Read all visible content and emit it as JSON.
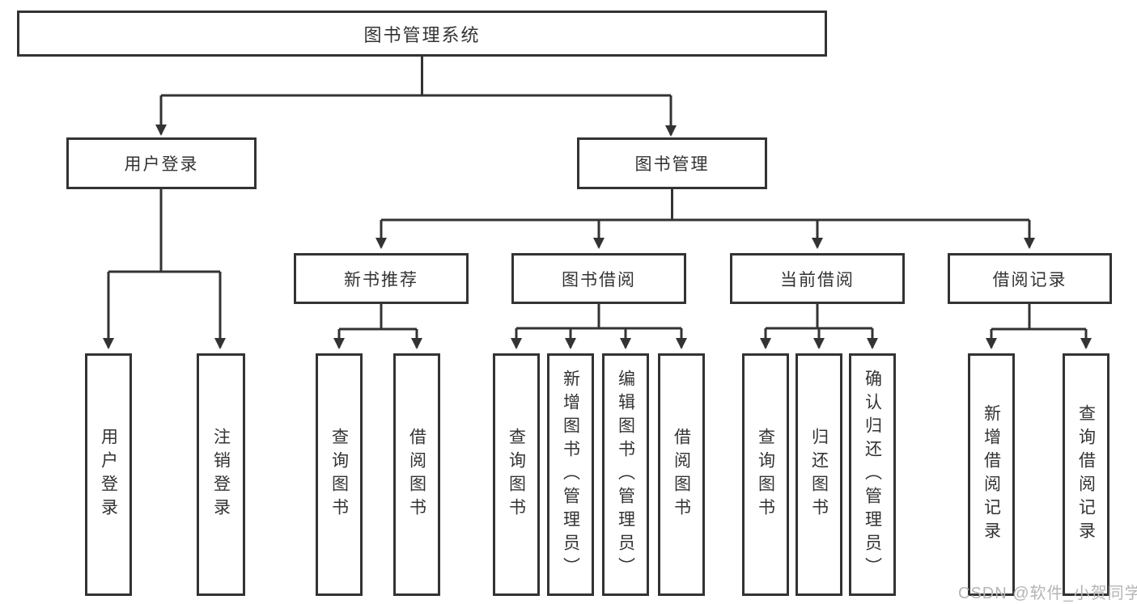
{
  "diagram": {
    "root": {
      "label": "图书管理系统"
    },
    "level2": {
      "user_login": {
        "label": "用户登录"
      },
      "book_management": {
        "label": "图书管理"
      }
    },
    "level3": {
      "new_book_recommend": {
        "label": "新书推荐"
      },
      "book_borrow": {
        "label": "图书借阅"
      },
      "current_borrow": {
        "label": "当前借阅"
      },
      "borrow_record": {
        "label": "借阅记录"
      }
    },
    "leaves": {
      "user_login": {
        "label": "用户登录"
      },
      "logout": {
        "label": "注销登录"
      },
      "recommend_query_book": {
        "label": "查询图书"
      },
      "recommend_borrow_book": {
        "label": "借阅图书"
      },
      "borrow_query_book": {
        "label": "查询图书"
      },
      "borrow_add_book": {
        "label": "新增图书（管理员）"
      },
      "borrow_edit_book": {
        "label": "编辑图书（管理员）"
      },
      "borrow_borrow_book": {
        "label": "借阅图书"
      },
      "current_query_book": {
        "label": "查询图书"
      },
      "current_return_book": {
        "label": "归还图书"
      },
      "current_confirm_return": {
        "label": "确认归还（管理员）"
      },
      "record_add": {
        "label": "新增借阅记录"
      },
      "record_query": {
        "label": "查询借阅记录"
      }
    }
  },
  "watermark": {
    "label": "CSDN @软件_小贺同学"
  },
  "colors": {
    "line": "#333333",
    "box_border": "#333333",
    "box_background": "#ffffff",
    "text": "#333333",
    "watermark": "#b5b5b5"
  }
}
